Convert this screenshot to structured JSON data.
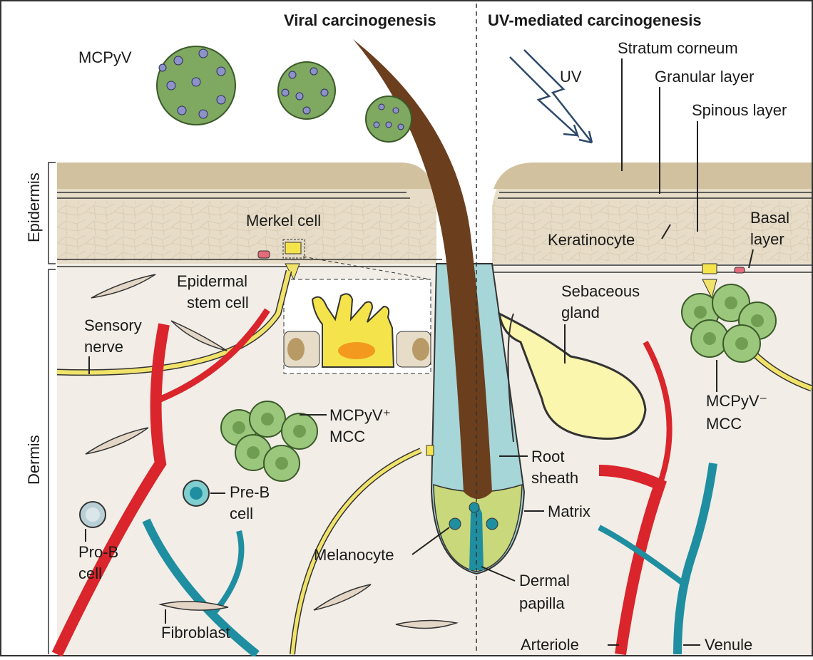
{
  "headings": {
    "left": "Viral carcinogenesis",
    "right": "UV-mediated carcinogenesis"
  },
  "side_labels": {
    "epidermis": "Epidermis",
    "dermis": "Dermis"
  },
  "labels": {
    "mcpyv": "MCPyV",
    "uv": "UV",
    "stratum_corneum": "Stratum corneum",
    "granular_layer": "Granular layer",
    "spinous_layer": "Spinous layer",
    "basal_layer_1": "Basal",
    "basal_layer_2": "layer",
    "keratinocyte": "Keratinocyte",
    "merkel_cell": "Merkel cell",
    "epidermal_stem_cell_1": "Epidermal",
    "epidermal_stem_cell_2": "stem cell",
    "sensory_nerve_1": "Sensory",
    "sensory_nerve_2": "nerve",
    "sebaceous_gland_1": "Sebaceous",
    "sebaceous_gland_2": "gland",
    "mcpyv_pos_mcc_1": "MCPyV⁺",
    "mcpyv_pos_mcc_2": "MCC",
    "mcpyv_neg_mcc_1": "MCPyV⁻",
    "mcpyv_neg_mcc_2": "MCC",
    "root_sheath_1": "Root",
    "root_sheath_2": "sheath",
    "matrix": "Matrix",
    "pre_b_cell_1": "Pre-B",
    "pre_b_cell_2": "cell",
    "pro_b_cell_1": "Pro-B",
    "pro_b_cell_2": "cell",
    "melanocyte": "Melanocyte",
    "dermal_papilla_1": "Dermal",
    "dermal_papilla_2": "papilla",
    "fibroblast": "Fibroblast",
    "arteriole": "Arteriole",
    "venule": "Venule"
  },
  "colors": {
    "skin_surface": "#d7c7a6",
    "epidermis_fill": "#e8decb",
    "dermis_fill": "#f3efe8",
    "virus_green": "#7fa860",
    "virus_knob": "#8d93c8",
    "hair": "#6b3e1d",
    "root_sheath": "#9ed3d6",
    "nerve": "#f1e36a",
    "artery": "#d9252b",
    "vein": "#1f8ea0",
    "merkel": "#f4e34b",
    "tumor": "#9bc77c",
    "sebaceous": "#fbf7b3"
  }
}
